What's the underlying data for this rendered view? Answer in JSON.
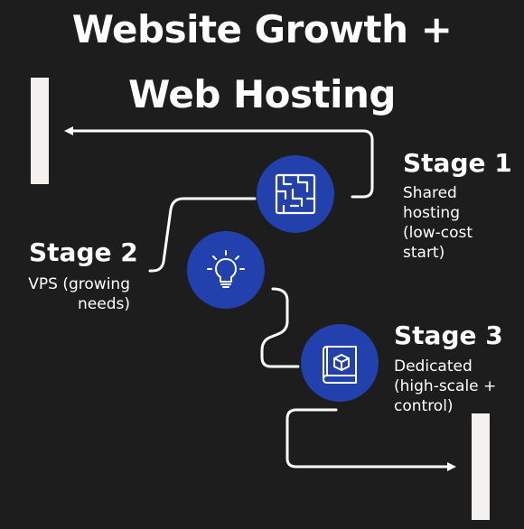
{
  "title": {
    "line1": "Website Growth +",
    "line2": "Web Hosting"
  },
  "colors": {
    "background": "#1d1d1d",
    "circle": "#2241ad",
    "text": "#ffffff",
    "bar": "#f4f1ee",
    "connector": "#ffffff"
  },
  "stages": [
    {
      "title": "Stage 1",
      "description": [
        "Shared",
        "hosting",
        "(low-cost",
        "start)"
      ],
      "icon": "maze-icon"
    },
    {
      "title": "Stage 2",
      "description": [
        "VPS (growing",
        "needs)"
      ],
      "icon": "lightbulb-icon"
    },
    {
      "title": "Stage 3",
      "description": [
        "Dedicated",
        "(high-scale +",
        "control)"
      ],
      "icon": "blueprint-box-icon"
    }
  ]
}
